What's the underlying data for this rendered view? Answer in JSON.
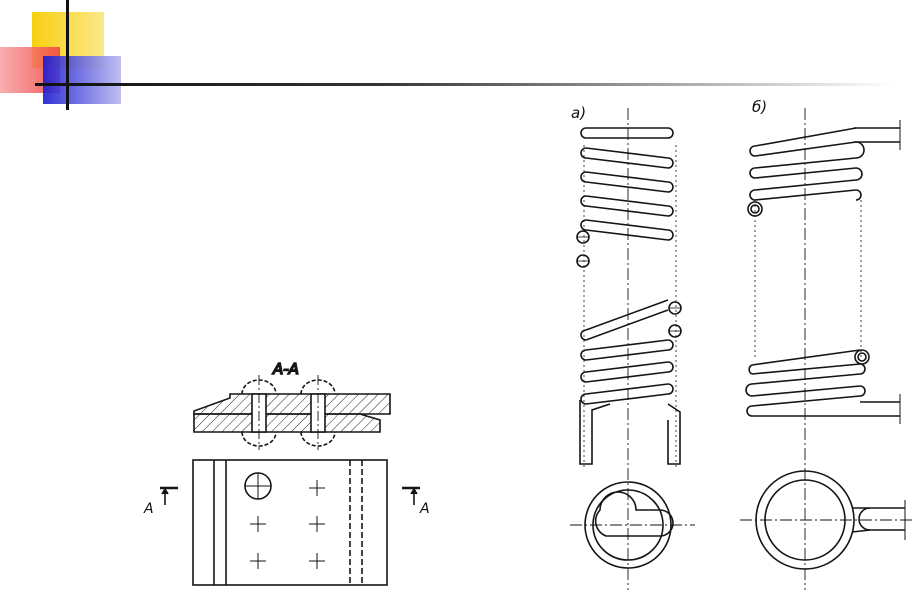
{
  "colors": {
    "deco_yellow": "#f5d21a",
    "deco_red": "#f04848",
    "deco_blue": "#2a2ad8",
    "rule_dark": "#111111",
    "ink": "#151515"
  },
  "rivet_drawing": {
    "section_label": "A-A",
    "cut_left_label": "A",
    "cut_right_label": "A"
  },
  "springs": {
    "label_a": "а)",
    "label_b": "б)"
  }
}
